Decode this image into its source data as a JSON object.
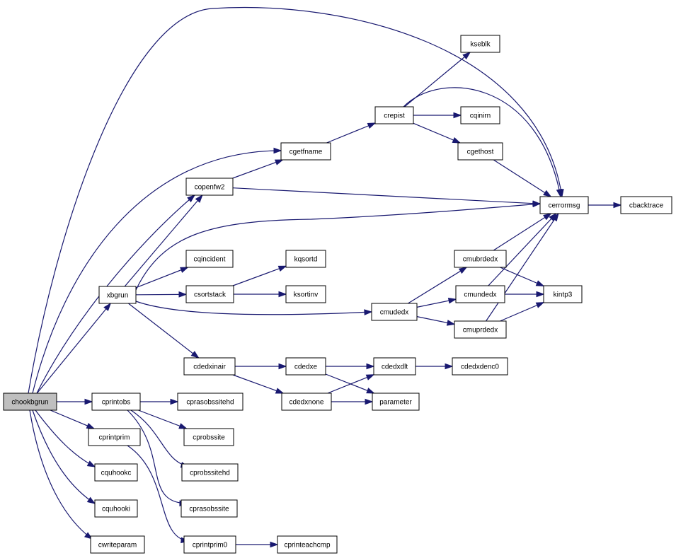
{
  "graph": {
    "root": "chookbgrun",
    "nodes": [
      {
        "id": "chookbgrun",
        "label": "chookbgrun"
      },
      {
        "id": "xbgrun",
        "label": "xbgrun"
      },
      {
        "id": "cprintobs",
        "label": "cprintobs"
      },
      {
        "id": "cprintprim",
        "label": "cprintprim"
      },
      {
        "id": "cquhookc",
        "label": "cquhookc"
      },
      {
        "id": "cquhooki",
        "label": "cquhooki"
      },
      {
        "id": "cwriteparam",
        "label": "cwriteparam"
      },
      {
        "id": "copenfw2",
        "label": "copenfw2"
      },
      {
        "id": "cgetfname",
        "label": "cgetfname"
      },
      {
        "id": "cqincident",
        "label": "cqincident"
      },
      {
        "id": "csortstack",
        "label": "csortstack"
      },
      {
        "id": "cdedxinair",
        "label": "cdedxinair"
      },
      {
        "id": "cprasobssitehd",
        "label": "cprasobssitehd"
      },
      {
        "id": "cprobssite",
        "label": "cprobssite"
      },
      {
        "id": "cprobssitehd",
        "label": "cprobssitehd"
      },
      {
        "id": "cprasobssite",
        "label": "cprasobssite"
      },
      {
        "id": "cprintprim0",
        "label": "cprintprim0"
      },
      {
        "id": "cprinteachcmp",
        "label": "cprinteachcmp"
      },
      {
        "id": "kqsortd",
        "label": "kqsortd"
      },
      {
        "id": "ksortinv",
        "label": "ksortinv"
      },
      {
        "id": "cdedxe",
        "label": "cdedxe"
      },
      {
        "id": "cdedxnone",
        "label": "cdedxnone"
      },
      {
        "id": "crepist",
        "label": "crepist"
      },
      {
        "id": "cmudedx",
        "label": "cmudedx"
      },
      {
        "id": "cdedxdlt",
        "label": "cdedxdlt"
      },
      {
        "id": "parameter",
        "label": "parameter"
      },
      {
        "id": "kseblk",
        "label": "kseblk"
      },
      {
        "id": "cqinirn",
        "label": "cqinirn"
      },
      {
        "id": "cgethost",
        "label": "cgethost"
      },
      {
        "id": "cmubrdedx",
        "label": "cmubrdedx"
      },
      {
        "id": "cmundedx",
        "label": "cmundedx"
      },
      {
        "id": "cmuprdedx",
        "label": "cmuprdedx"
      },
      {
        "id": "cdedxdenc0",
        "label": "cdedxdenc0"
      },
      {
        "id": "cerrormsg",
        "label": "cerrormsg"
      },
      {
        "id": "kintp3",
        "label": "kintp3"
      },
      {
        "id": "cbacktrace",
        "label": "cbacktrace"
      }
    ],
    "edges": [
      [
        "chookbgrun",
        "cerrormsg"
      ],
      [
        "chookbgrun",
        "cgetfname"
      ],
      [
        "chookbgrun",
        "copenfw2"
      ],
      [
        "chookbgrun",
        "xbgrun"
      ],
      [
        "chookbgrun",
        "cprintobs"
      ],
      [
        "chookbgrun",
        "cprintprim"
      ],
      [
        "chookbgrun",
        "cquhookc"
      ],
      [
        "chookbgrun",
        "cquhooki"
      ],
      [
        "chookbgrun",
        "cwriteparam"
      ],
      [
        "xbgrun",
        "copenfw2"
      ],
      [
        "xbgrun",
        "cerrormsg"
      ],
      [
        "xbgrun",
        "cqincident"
      ],
      [
        "xbgrun",
        "csortstack"
      ],
      [
        "xbgrun",
        "cmudedx"
      ],
      [
        "xbgrun",
        "cdedxinair"
      ],
      [
        "copenfw2",
        "cgetfname"
      ],
      [
        "copenfw2",
        "cerrormsg"
      ],
      [
        "cgetfname",
        "crepist"
      ],
      [
        "crepist",
        "kseblk"
      ],
      [
        "crepist",
        "cqinirn"
      ],
      [
        "crepist",
        "cgethost"
      ],
      [
        "crepist",
        "cerrormsg"
      ],
      [
        "cgethost",
        "cerrormsg"
      ],
      [
        "cerrormsg",
        "cbacktrace"
      ],
      [
        "csortstack",
        "kqsortd"
      ],
      [
        "csortstack",
        "ksortinv"
      ],
      [
        "cmudedx",
        "cmubrdedx"
      ],
      [
        "cmudedx",
        "cmundedx"
      ],
      [
        "cmudedx",
        "cmuprdedx"
      ],
      [
        "cmubrdedx",
        "cerrormsg"
      ],
      [
        "cmubrdedx",
        "kintp3"
      ],
      [
        "cmundedx",
        "cerrormsg"
      ],
      [
        "cmundedx",
        "kintp3"
      ],
      [
        "cmuprdedx",
        "cerrormsg"
      ],
      [
        "cmuprdedx",
        "kintp3"
      ],
      [
        "cdedxinair",
        "cdedxe"
      ],
      [
        "cdedxinair",
        "cdedxnone"
      ],
      [
        "cdedxe",
        "cdedxdlt"
      ],
      [
        "cdedxe",
        "parameter"
      ],
      [
        "cdedxnone",
        "cdedxdlt"
      ],
      [
        "cdedxnone",
        "parameter"
      ],
      [
        "cdedxdlt",
        "cdedxdenc0"
      ],
      [
        "cprintobs",
        "cprasobssitehd"
      ],
      [
        "cprintobs",
        "cprobssite"
      ],
      [
        "cprintobs",
        "cprobssitehd"
      ],
      [
        "cprintobs",
        "cprasobssite"
      ],
      [
        "cprintprim",
        "cprintprim0"
      ],
      [
        "cprintprim0",
        "cprinteachcmp"
      ]
    ]
  }
}
